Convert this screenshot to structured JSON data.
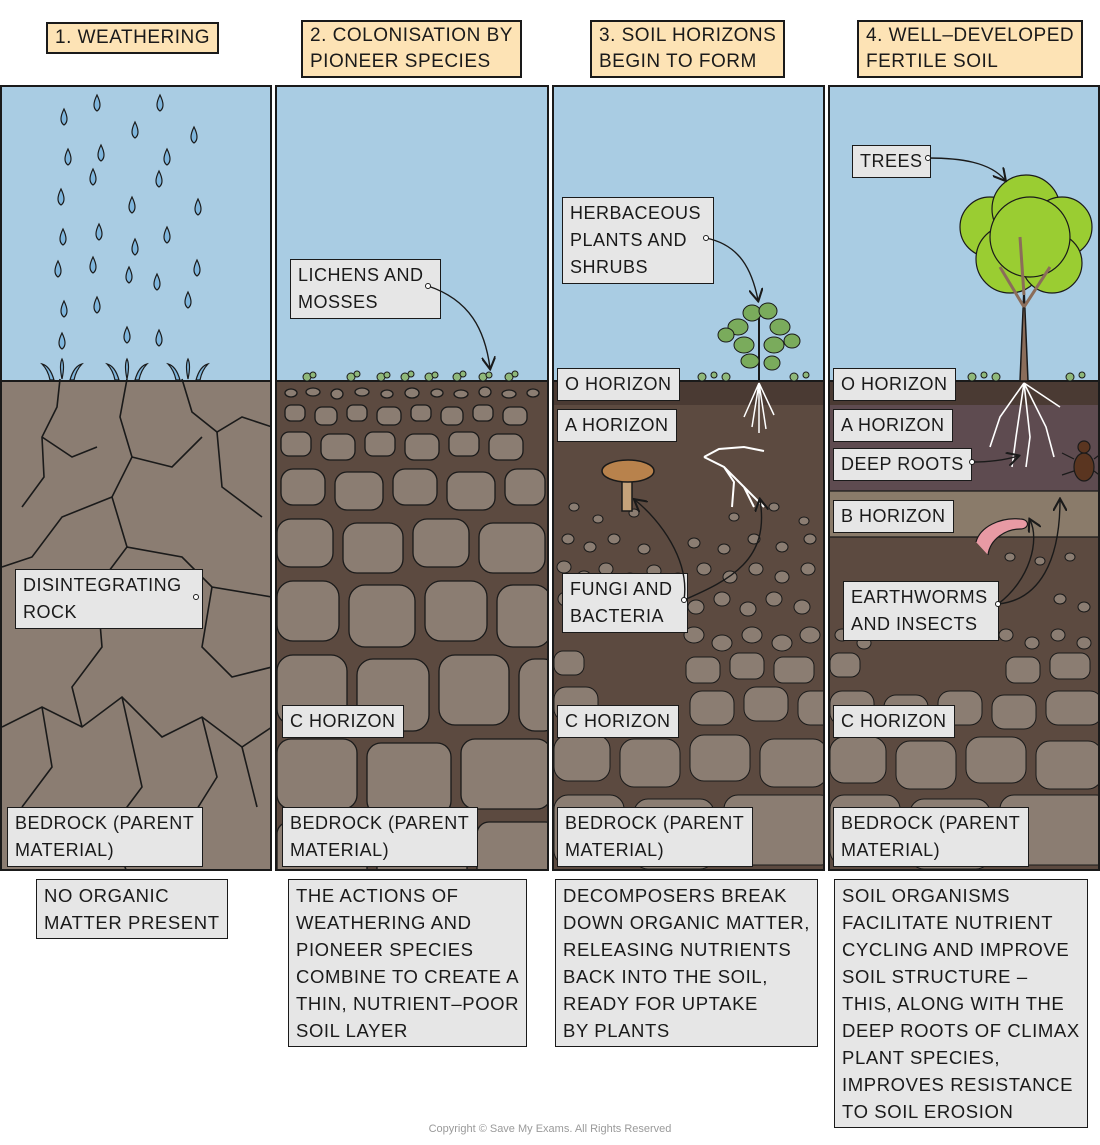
{
  "stages": [
    {
      "title": "1. WEATHERING"
    },
    {
      "title": "2. COLONISATION BY\nPIONEER SPECIES"
    },
    {
      "title": "3. SOIL HORIZONS\nBEGIN TO FORM"
    },
    {
      "title": "4. WELL–DEVELOPED\nFERTILE SOIL"
    }
  ],
  "labels": {
    "disintegrating_rock": "DISINTEGRATING\nROCK",
    "bedrock": "BEDROCK (PARENT\nMATERIAL)",
    "lichens": "LICHENS AND\nMOSSES",
    "c_horizon": "C HORIZON",
    "herbaceous": "HERBACEOUS\nPLANTS AND\nSHRUBS",
    "o_horizon": "O HORIZON",
    "a_horizon": "A HORIZON",
    "fungi": "FUNGI AND\nBACTERIA",
    "trees": "TREES",
    "deep_roots": "DEEP ROOTS",
    "b_horizon": "B HORIZON",
    "earthworms": "EARTHWORMS\nAND INSECTS"
  },
  "descriptions": [
    "NO ORGANIC\nMATTER PRESENT",
    "THE ACTIONS OF\nWEATHERING AND\nPIONEER SPECIES\nCOMBINE TO CREATE A\nTHIN, NUTRIENT–POOR\nSOIL LAYER",
    "DECOMPOSERS BREAK\nDOWN ORGANIC MATTER,\nRELEASING NUTRIENTS\nBACK INTO THE SOIL,\nREADY FOR UPTAKE\nBY PLANTS",
    "SOIL ORGANISMS\nFACILITATE NUTRIENT\nCYCLING AND IMPROVE\nSOIL STRUCTURE –\nTHIS, ALONG WITH THE\nDEEP ROOTS OF CLIMAX\nPLANT SPECIES,\nIMPROVES RESISTANCE\nTO SOIL EROSION"
  ],
  "copyright": "Copyright © Save My Exams. All Rights Reserved",
  "colors": {
    "sky": "#a9cce3",
    "rock": "#8b7d72",
    "soil_dark": "#5c4a40",
    "soil_mid": "#6b5a4e",
    "o_horizon": "#4a3a33",
    "a_horizon": "#5e4b50",
    "b_horizon": "#8a7b6a",
    "label_bg": "#e6e6e6",
    "title_bg": "#fde3b5",
    "foliage": "#9acd32",
    "moss": "#8fb87a"
  }
}
